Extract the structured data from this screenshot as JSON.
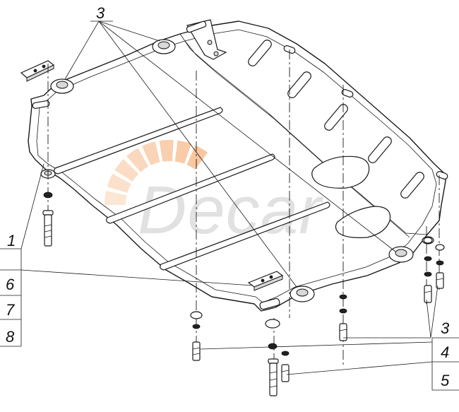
{
  "callouts": {
    "c3_top": "3",
    "c1": "1",
    "c6": "6",
    "c7": "7",
    "c8": "8",
    "c3_right": "3",
    "c4": "4",
    "c5": "5"
  },
  "watermark": {
    "text": "Decar",
    "accent_color": "#f6b684"
  }
}
